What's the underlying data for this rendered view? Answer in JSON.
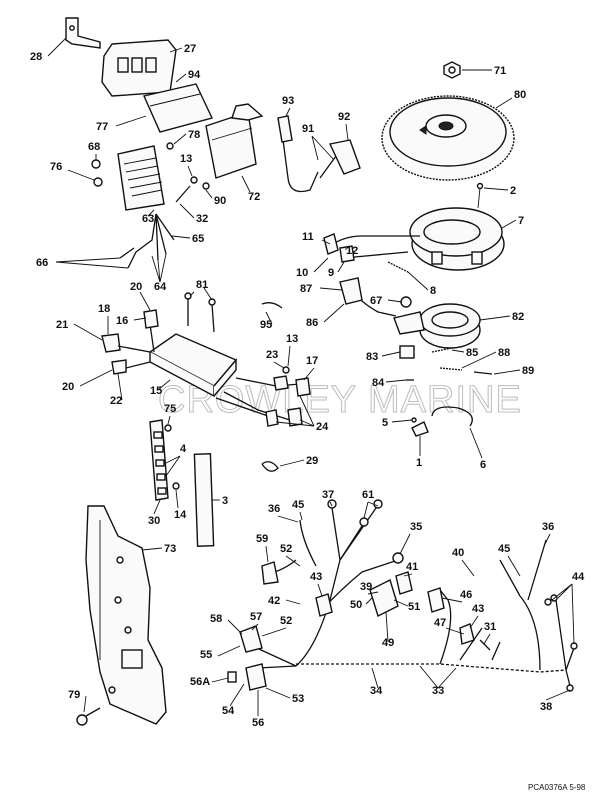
{
  "watermark": "CROWLEY MARINE",
  "figure_code": "PCA0376A   5-98",
  "callouts": [
    {
      "id": "c28",
      "text": "28"
    },
    {
      "id": "c27",
      "text": "27"
    },
    {
      "id": "c94",
      "text": "94"
    },
    {
      "id": "c77",
      "text": "77"
    },
    {
      "id": "c78",
      "text": "78"
    },
    {
      "id": "c93",
      "text": "93"
    },
    {
      "id": "c91",
      "text": "91"
    },
    {
      "id": "c92",
      "text": "92"
    },
    {
      "id": "c71",
      "text": "71"
    },
    {
      "id": "c80",
      "text": "80"
    },
    {
      "id": "c68",
      "text": "68"
    },
    {
      "id": "c76",
      "text": "76"
    },
    {
      "id": "c13a",
      "text": "13"
    },
    {
      "id": "c90",
      "text": "90"
    },
    {
      "id": "c72",
      "text": "72"
    },
    {
      "id": "c63",
      "text": "63"
    },
    {
      "id": "c32",
      "text": "32"
    },
    {
      "id": "c65",
      "text": "65"
    },
    {
      "id": "c66",
      "text": "66"
    },
    {
      "id": "c64",
      "text": "64"
    },
    {
      "id": "c2",
      "text": "2"
    },
    {
      "id": "c7",
      "text": "7"
    },
    {
      "id": "c11",
      "text": "11"
    },
    {
      "id": "c12",
      "text": "12"
    },
    {
      "id": "c10",
      "text": "10"
    },
    {
      "id": "c9",
      "text": "9"
    },
    {
      "id": "c8",
      "text": "8"
    },
    {
      "id": "c87",
      "text": "87"
    },
    {
      "id": "c67",
      "text": "67"
    },
    {
      "id": "c86",
      "text": "86"
    },
    {
      "id": "c82",
      "text": "82"
    },
    {
      "id": "c20a",
      "text": "20"
    },
    {
      "id": "c81",
      "text": "81"
    },
    {
      "id": "c18",
      "text": "18"
    },
    {
      "id": "c16",
      "text": "16"
    },
    {
      "id": "c21",
      "text": "21"
    },
    {
      "id": "c95",
      "text": "95"
    },
    {
      "id": "c13b",
      "text": "13"
    },
    {
      "id": "c23",
      "text": "23"
    },
    {
      "id": "c17",
      "text": "17"
    },
    {
      "id": "c83",
      "text": "83"
    },
    {
      "id": "c85",
      "text": "85"
    },
    {
      "id": "c88",
      "text": "88"
    },
    {
      "id": "c89",
      "text": "89"
    },
    {
      "id": "c84",
      "text": "84"
    },
    {
      "id": "c20b",
      "text": "20"
    },
    {
      "id": "c22",
      "text": "22"
    },
    {
      "id": "c15",
      "text": "15"
    },
    {
      "id": "c75",
      "text": "75"
    },
    {
      "id": "c24",
      "text": "24"
    },
    {
      "id": "c5",
      "text": "5"
    },
    {
      "id": "c4",
      "text": "4"
    },
    {
      "id": "c1",
      "text": "1"
    },
    {
      "id": "c6",
      "text": "6"
    },
    {
      "id": "c29",
      "text": "29"
    },
    {
      "id": "c3",
      "text": "3"
    },
    {
      "id": "c14",
      "text": "14"
    },
    {
      "id": "c30",
      "text": "30"
    },
    {
      "id": "c37",
      "text": "37"
    },
    {
      "id": "c61",
      "text": "61"
    },
    {
      "id": "c36a",
      "text": "36"
    },
    {
      "id": "c45a",
      "text": "45"
    },
    {
      "id": "c73",
      "text": "73"
    },
    {
      "id": "c35",
      "text": "35"
    },
    {
      "id": "c36b",
      "text": "36"
    },
    {
      "id": "c59",
      "text": "59"
    },
    {
      "id": "c52a",
      "text": "52"
    },
    {
      "id": "c40",
      "text": "40"
    },
    {
      "id": "c45b",
      "text": "45"
    },
    {
      "id": "c43a",
      "text": "43"
    },
    {
      "id": "c41",
      "text": "41"
    },
    {
      "id": "c44",
      "text": "44"
    },
    {
      "id": "c39",
      "text": "39"
    },
    {
      "id": "c42",
      "text": "42"
    },
    {
      "id": "c50",
      "text": "50"
    },
    {
      "id": "c51",
      "text": "51"
    },
    {
      "id": "c46",
      "text": "46"
    },
    {
      "id": "c43b",
      "text": "43"
    },
    {
      "id": "c58",
      "text": "58"
    },
    {
      "id": "c57",
      "text": "57"
    },
    {
      "id": "c52b",
      "text": "52"
    },
    {
      "id": "c47",
      "text": "47"
    },
    {
      "id": "c31",
      "text": "31"
    },
    {
      "id": "c49",
      "text": "49"
    },
    {
      "id": "c55",
      "text": "55"
    },
    {
      "id": "c56A",
      "text": "56A"
    },
    {
      "id": "c34",
      "text": "34"
    },
    {
      "id": "c33",
      "text": "33"
    },
    {
      "id": "c79",
      "text": "79"
    },
    {
      "id": "c54",
      "text": "54"
    },
    {
      "id": "c53",
      "text": "53"
    },
    {
      "id": "c56",
      "text": "56"
    },
    {
      "id": "c38",
      "text": "38"
    }
  ]
}
